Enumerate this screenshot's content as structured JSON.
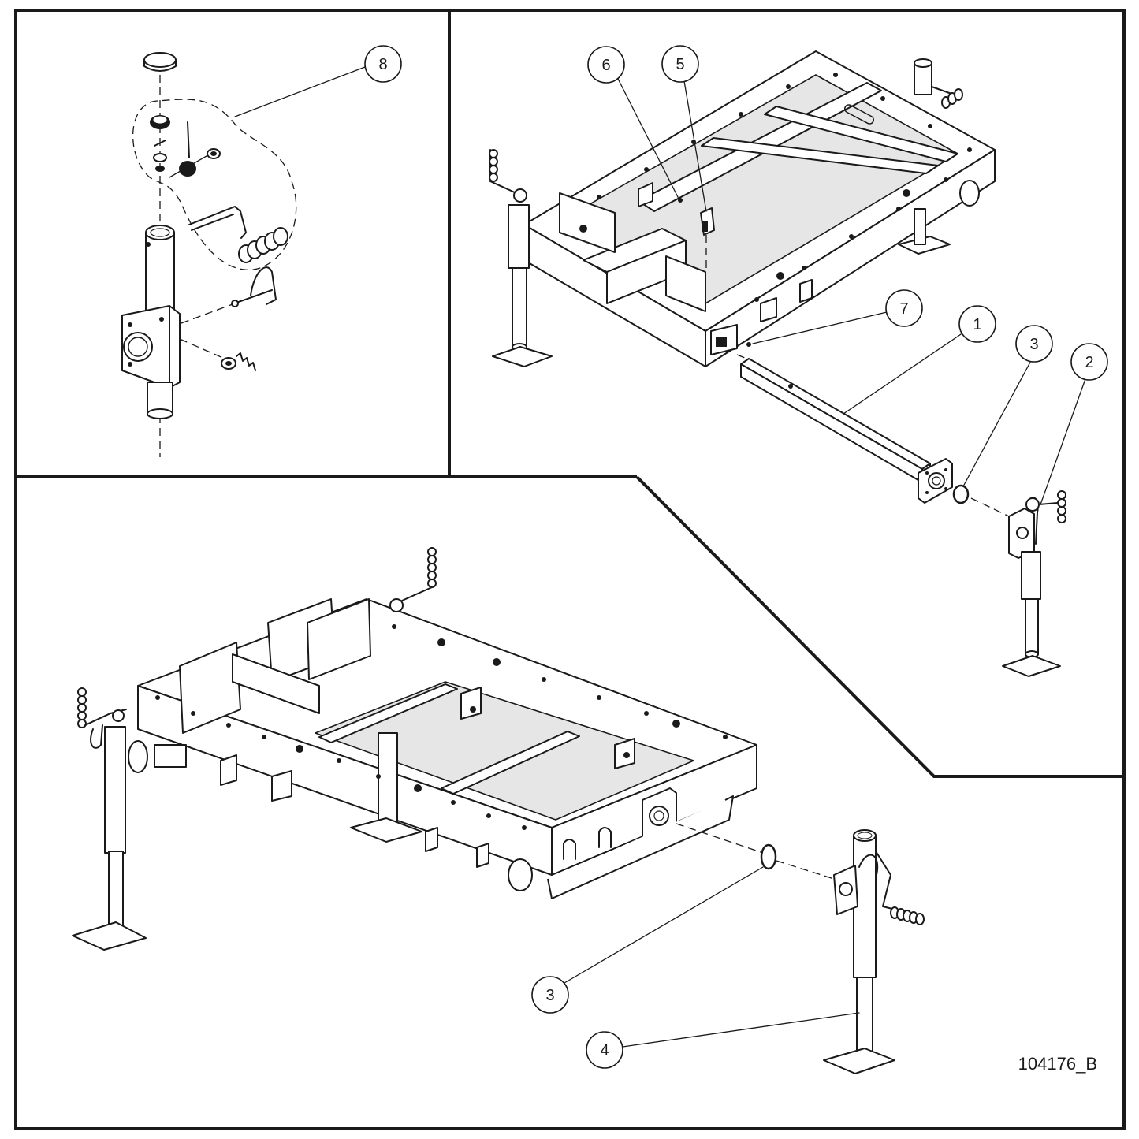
{
  "figure": {
    "id_label": "104176_B"
  },
  "callouts": [
    {
      "label": "8"
    },
    {
      "label": "6"
    },
    {
      "label": "5"
    },
    {
      "label": "7"
    },
    {
      "label": "1"
    },
    {
      "label": "3"
    },
    {
      "label": "2"
    },
    {
      "label": "3"
    },
    {
      "label": "4"
    }
  ],
  "colors": {
    "line": "#1a1a1a",
    "background": "#ffffff"
  }
}
